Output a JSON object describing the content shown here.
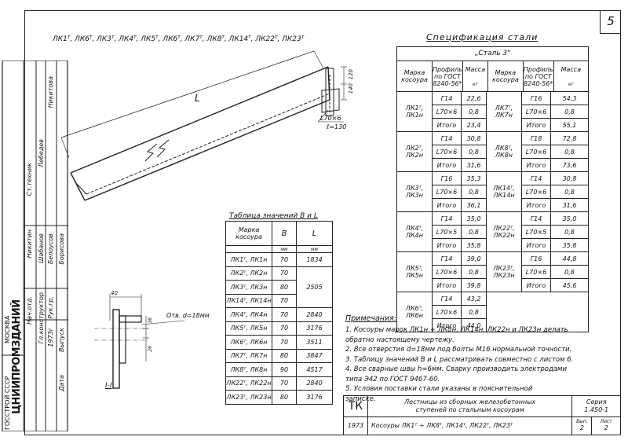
{
  "sheet_number": "5",
  "marks_header": "ЛК1ᵀ, ЛК6ᵀ, ЛК3ᵀ, ЛК4ᵀ, ЛК5ᵀ, ЛК6ᵀ, ЛК7ᵀ, ЛК8ᵀ, ЛК14ᵀ, ЛК22ᵀ, ЛК23ᵀ",
  "drawing": {
    "length_label": "L",
    "dim_120": "120",
    "dim_140": "140",
    "angle_label": "L70×6",
    "angle_length": "ℓ=130",
    "detail_dim_40": "40",
    "detail_dim_36": "36",
    "detail_dim_26": "26",
    "detail_hole": "Отв. d=18мм",
    "section_label": "I-I"
  },
  "spec": {
    "title": "Спецификация стали",
    "steel": "„Сталь 3\"",
    "headers": {
      "mark": "Марка косоура",
      "profile": "Профиль по ГОСТ 8240-56*",
      "mass": "Масса",
      "kg": "кг"
    },
    "left_groups": [
      {
        "mark": "ЛК1ᵀ, ЛК1н",
        "rows": [
          [
            "Г14",
            "22,6"
          ],
          [
            "L70×6",
            "0,8"
          ],
          [
            "Итого",
            "23,4"
          ]
        ]
      },
      {
        "mark": "ЛК2ᵀ, ЛК2н",
        "rows": [
          [
            "Г14",
            "30,8"
          ],
          [
            "L70×6",
            "0,8"
          ],
          [
            "Итого",
            "31,6"
          ]
        ]
      },
      {
        "mark": "ЛК3ᵀ, ЛК3н",
        "rows": [
          [
            "Г16",
            "35,3"
          ],
          [
            "L70×6",
            "0,8"
          ],
          [
            "Итого",
            "36,1"
          ]
        ]
      },
      {
        "mark": "ЛК4ᵀ, ЛК4н",
        "rows": [
          [
            "Г14",
            "35,0"
          ],
          [
            "L70×5",
            "0,8"
          ],
          [
            "Итого",
            "35,8"
          ]
        ]
      },
      {
        "mark": "ЛК5ᵀ, ЛК5н",
        "rows": [
          [
            "Г14",
            "39,0"
          ],
          [
            "L70×6",
            "0,8"
          ],
          [
            "Итого",
            "39,8"
          ]
        ]
      },
      {
        "mark": "ЛК6ᵀ, ЛК6н",
        "rows": [
          [
            "Г14",
            "43,2"
          ],
          [
            "L70×6",
            "0,8"
          ],
          [
            "Итого",
            "44,0"
          ]
        ]
      }
    ],
    "right_groups": [
      {
        "mark": "ЛК7ᵀ, ЛК7н",
        "rows": [
          [
            "Г16",
            "54,3"
          ],
          [
            "L70×6",
            "0,8"
          ],
          [
            "Итого",
            "55,1"
          ]
        ]
      },
      {
        "mark": "ЛК8ᵀ, ЛК8н",
        "rows": [
          [
            "Г18",
            "72,8"
          ],
          [
            "L70×6",
            "0,8"
          ],
          [
            "Итого",
            "73,6"
          ]
        ]
      },
      {
        "mark": "ЛК14ᵀ, ЛК14н",
        "rows": [
          [
            "Г14",
            "30,8"
          ],
          [
            "L70×6",
            "0,8"
          ],
          [
            "Итого",
            "31,6"
          ]
        ]
      },
      {
        "mark": "ЛК22ᵀ, ЛК22н",
        "rows": [
          [
            "Г14",
            "35,0"
          ],
          [
            "L70×5",
            "0,8"
          ],
          [
            "Итого",
            "35,8"
          ]
        ]
      },
      {
        "mark": "ЛК23ᵀ, ЛК23н",
        "rows": [
          [
            "Г16",
            "44,8"
          ],
          [
            "L70×6",
            "0,8"
          ],
          [
            "Итого",
            "45,6"
          ]
        ]
      }
    ]
  },
  "znach": {
    "title": "Таблица значений B и L",
    "headers": {
      "mark": "Марка косоура",
      "b": "B",
      "l": "L",
      "b_unit": "мм",
      "l_unit": "мм"
    },
    "rows": [
      {
        "mark": "ЛК1ᵀ, ЛК1н",
        "b": "70",
        "l": "1834"
      },
      {
        "mark": "ЛК2ᵀ, ЛК2н",
        "b": "70",
        "l": ""
      },
      {
        "mark": "ЛК3ᵀ, ЛК3н",
        "b": "80",
        "l": "2505"
      },
      {
        "mark": "ЛК14ᵀ, ЛК14н",
        "b": "70",
        "l": ""
      },
      {
        "mark": "ЛК4ᵀ, ЛК4н",
        "b": "70",
        "l": "2840"
      },
      {
        "mark": "ЛК5ᵀ, ЛК5н",
        "b": "70",
        "l": "3176"
      },
      {
        "mark": "ЛК6ᵀ, ЛК6н",
        "b": "70",
        "l": "3511"
      },
      {
        "mark": "ЛК7ᵀ, ЛК7н",
        "b": "80",
        "l": "3847"
      },
      {
        "mark": "ЛК8ᵀ, ЛК8н",
        "b": "90",
        "l": "4517"
      },
      {
        "mark": "ЛК22ᵀ, ЛК22н",
        "b": "70",
        "l": "2840"
      },
      {
        "mark": "ЛК23ᵀ, ЛК23н",
        "b": "80",
        "l": "3176"
      }
    ]
  },
  "notes": {
    "title": "Примечания:",
    "items": [
      "1. Косоуры марок ЛК1н ÷ ЛК8н, ЛК14н, ЛК22н и ЛК23н делать",
      "   обратно настоящему чертежу.",
      "2. Все отверстия d=18мм под болты М16 нормальной точности.",
      "3. Таблицу значений B и L рассматривать совместно с листом 6.",
      "4. Все сварные швы h=6мм. Сварку производить электродами",
      "   типа Э42 по ГОСТ 9467-60.",
      "5. Условия поставки стали указаны в пояснительной",
      "   записке."
    ]
  },
  "stamp": {
    "tk": "ТК",
    "title_line1": "Лестницы из сборных железобетонных",
    "title_line2": "ступеней по стальным косоурам",
    "year": "1973",
    "subtitle": "Косоуры  ЛК1ᵀ ÷ ЛК8ᵀ, ЛК14ᵀ, ЛК22ᵀ, ЛК23ᵀ",
    "seria_label": "Серия",
    "seria_value": "1.450-1",
    "vyp_label": "Вып.",
    "vyp_value": "2",
    "list_label": "Лист",
    "list_value": "2"
  },
  "sidebar": {
    "org1": "ГОССТРОЙ СССР",
    "org2": "ЦНИИПРОМЗДАНИЙ",
    "city": "МОСКВА",
    "roles": [
      "Нач.отд.",
      "Гл.конструктор",
      "Рук.гр.",
      "Ст.техник"
    ],
    "names": [
      "Никитин",
      "Шабанов",
      "Белоусов",
      "Борисова"
    ],
    "date_label": "Дата",
    "issue_label": "Выпуск",
    "year": "1973г",
    "extra_names": [
      "Никитова",
      "Лебедев",
      "Ст.техник"
    ]
  }
}
